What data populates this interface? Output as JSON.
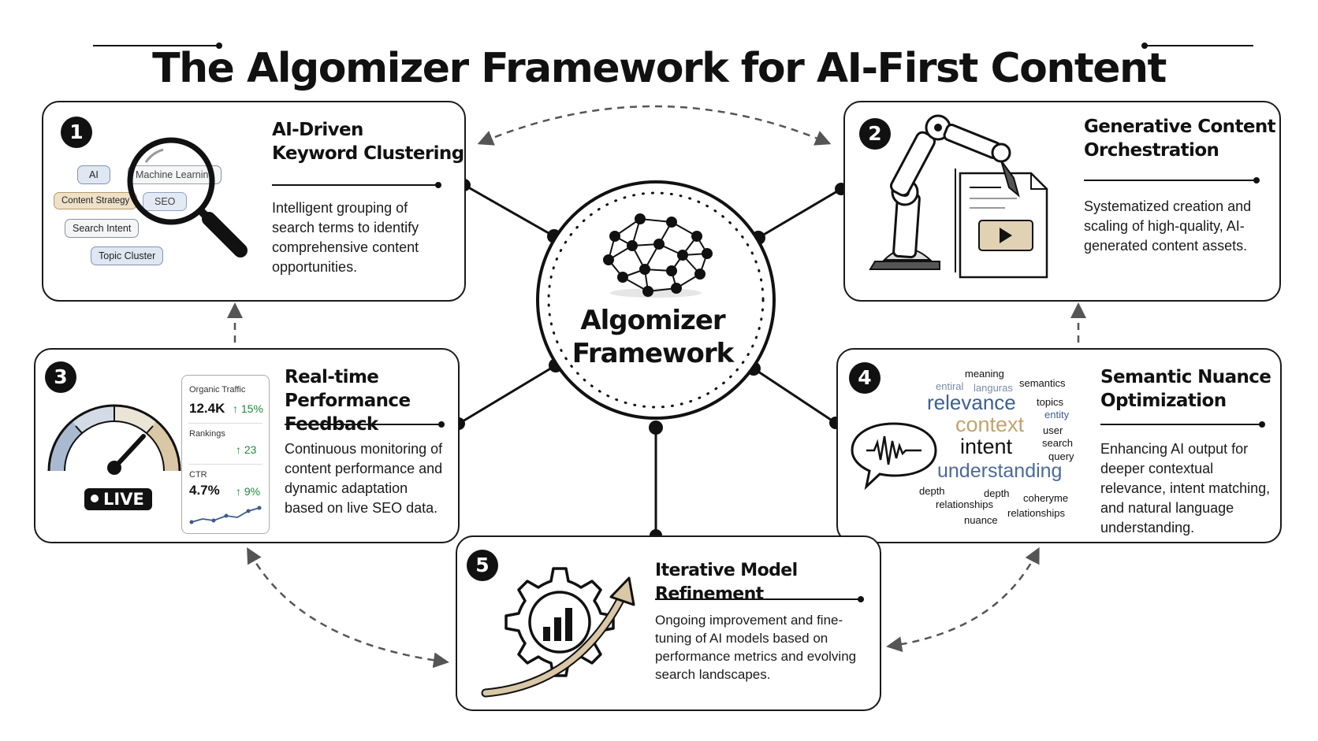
{
  "title": "The Algomizer Framework for AI-First Content",
  "center": {
    "line1": "Algomizer",
    "line2": "Framework"
  },
  "steps": [
    {
      "number": "1",
      "title_line1": "AI-Driven",
      "title_line2": "Keyword Clustering",
      "description": "Intelligent grouping of search terms to identify comprehensive content opportunities.",
      "chips": [
        "AI",
        "Machine Learning",
        "Content Strategy",
        "SEO",
        "Search Intent",
        "Topic Cluster"
      ]
    },
    {
      "number": "2",
      "title_line1": "Generative Content",
      "title_line2": "Orchestration",
      "description": "Systematized creation and scaling of high-quality, AI-generated content assets."
    },
    {
      "number": "3",
      "title_line1": "Real-time",
      "title_line2": "Performance Feedback",
      "description": "Continuous monitoring of content performance and dynamic adaptation based on live SEO data.",
      "live_label": "LIVE",
      "metrics": [
        {
          "label": "Organic Traffic",
          "value": "12.4K",
          "change": "↑ 15%"
        },
        {
          "label": "Rankings",
          "value": "",
          "change": "↑ 23"
        },
        {
          "label": "CTR",
          "value": "4.7%",
          "change": "↑ 9%"
        }
      ]
    },
    {
      "number": "4",
      "title_line1": "Semantic Nuance",
      "title_line2": "Optimization",
      "description": "Enhancing AI output for deeper contextual relevance, intent matching, and natural language understanding.",
      "words": [
        "meaning",
        "semantics",
        "entiral",
        "languras",
        "relevance",
        "topics",
        "entity",
        "context",
        "intent",
        "user",
        "search",
        "query",
        "understanding",
        "depth",
        "depth",
        "coheryme",
        "relationships",
        "relationships",
        "nuance"
      ]
    },
    {
      "number": "5",
      "title_line1": "Iterative Model Refinement",
      "title_line2": "",
      "description": "Ongoing improvement and fine-tuning of AI models based on performance metrics and evolving search landscapes."
    }
  ],
  "colors": {
    "ink": "#111111",
    "accent_tan": "#d9c7a6",
    "accent_blue": "#a9b9d0",
    "word_blue": "#4a6a9a",
    "word_tan": "#c2a36f",
    "positive_green": "#1f8a3b"
  }
}
